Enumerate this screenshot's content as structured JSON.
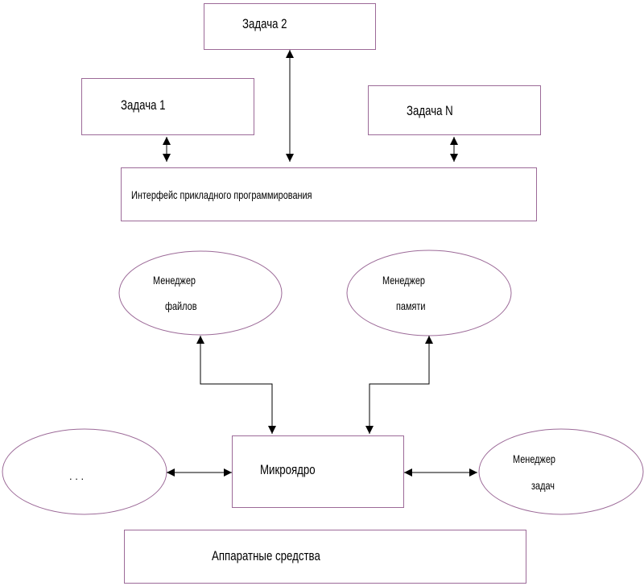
{
  "diagram": {
    "task_2": "Задача 2",
    "task_1": "Задача 1",
    "task_n": "Задача N",
    "api": "Интерфейс прикладного программирования",
    "file_manager": {
      "line1": "Менеджер",
      "line2": "файлов"
    },
    "memory_manager": {
      "line1": "Менеджер",
      "line2": "памяти"
    },
    "ellipsis": ". . .",
    "microkernel": "Микроядро",
    "task_manager": {
      "line1": "Менеджер",
      "line2": "задач"
    },
    "hardware": "Аппаратные средства"
  },
  "colors": {
    "outline": "#9c6a98",
    "connector": "#000000",
    "background": "#ffffff",
    "text": "#000000"
  }
}
